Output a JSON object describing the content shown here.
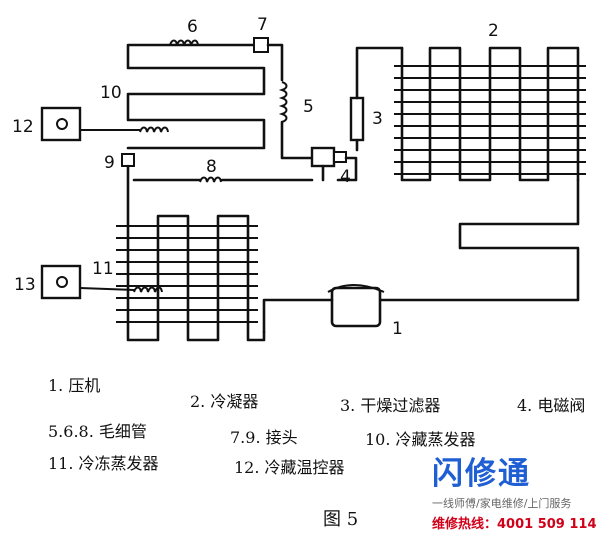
{
  "diagram": {
    "labels": {
      "n1": "1",
      "n2": "2",
      "n3": "3",
      "n4": "4",
      "n5": "5",
      "n6": "6",
      "n7": "7",
      "n8": "8",
      "n9": "9",
      "n10": "10",
      "n11": "11",
      "n12": "12",
      "n13": "13"
    }
  },
  "legend": {
    "l1": "1. 压机",
    "l2": "2. 冷凝器",
    "l3": "3. 干燥过滤器",
    "l4": "4. 电磁阀",
    "l5": "5.6.8. 毛细管",
    "l6": "7.9. 接头",
    "l7": "10. 冷藏蒸发器",
    "l8": "11. 冷冻蒸发器",
    "l9": "12. 冷藏温控器"
  },
  "figure_caption": "图 5",
  "watermark": {
    "brand": "闪修通",
    "tagline": "一线师傅/家电维修/上门服务",
    "hotline": "维修热线：4001 509 114",
    "color": "#1f5fd3",
    "hotline_color": "#d0021b"
  }
}
